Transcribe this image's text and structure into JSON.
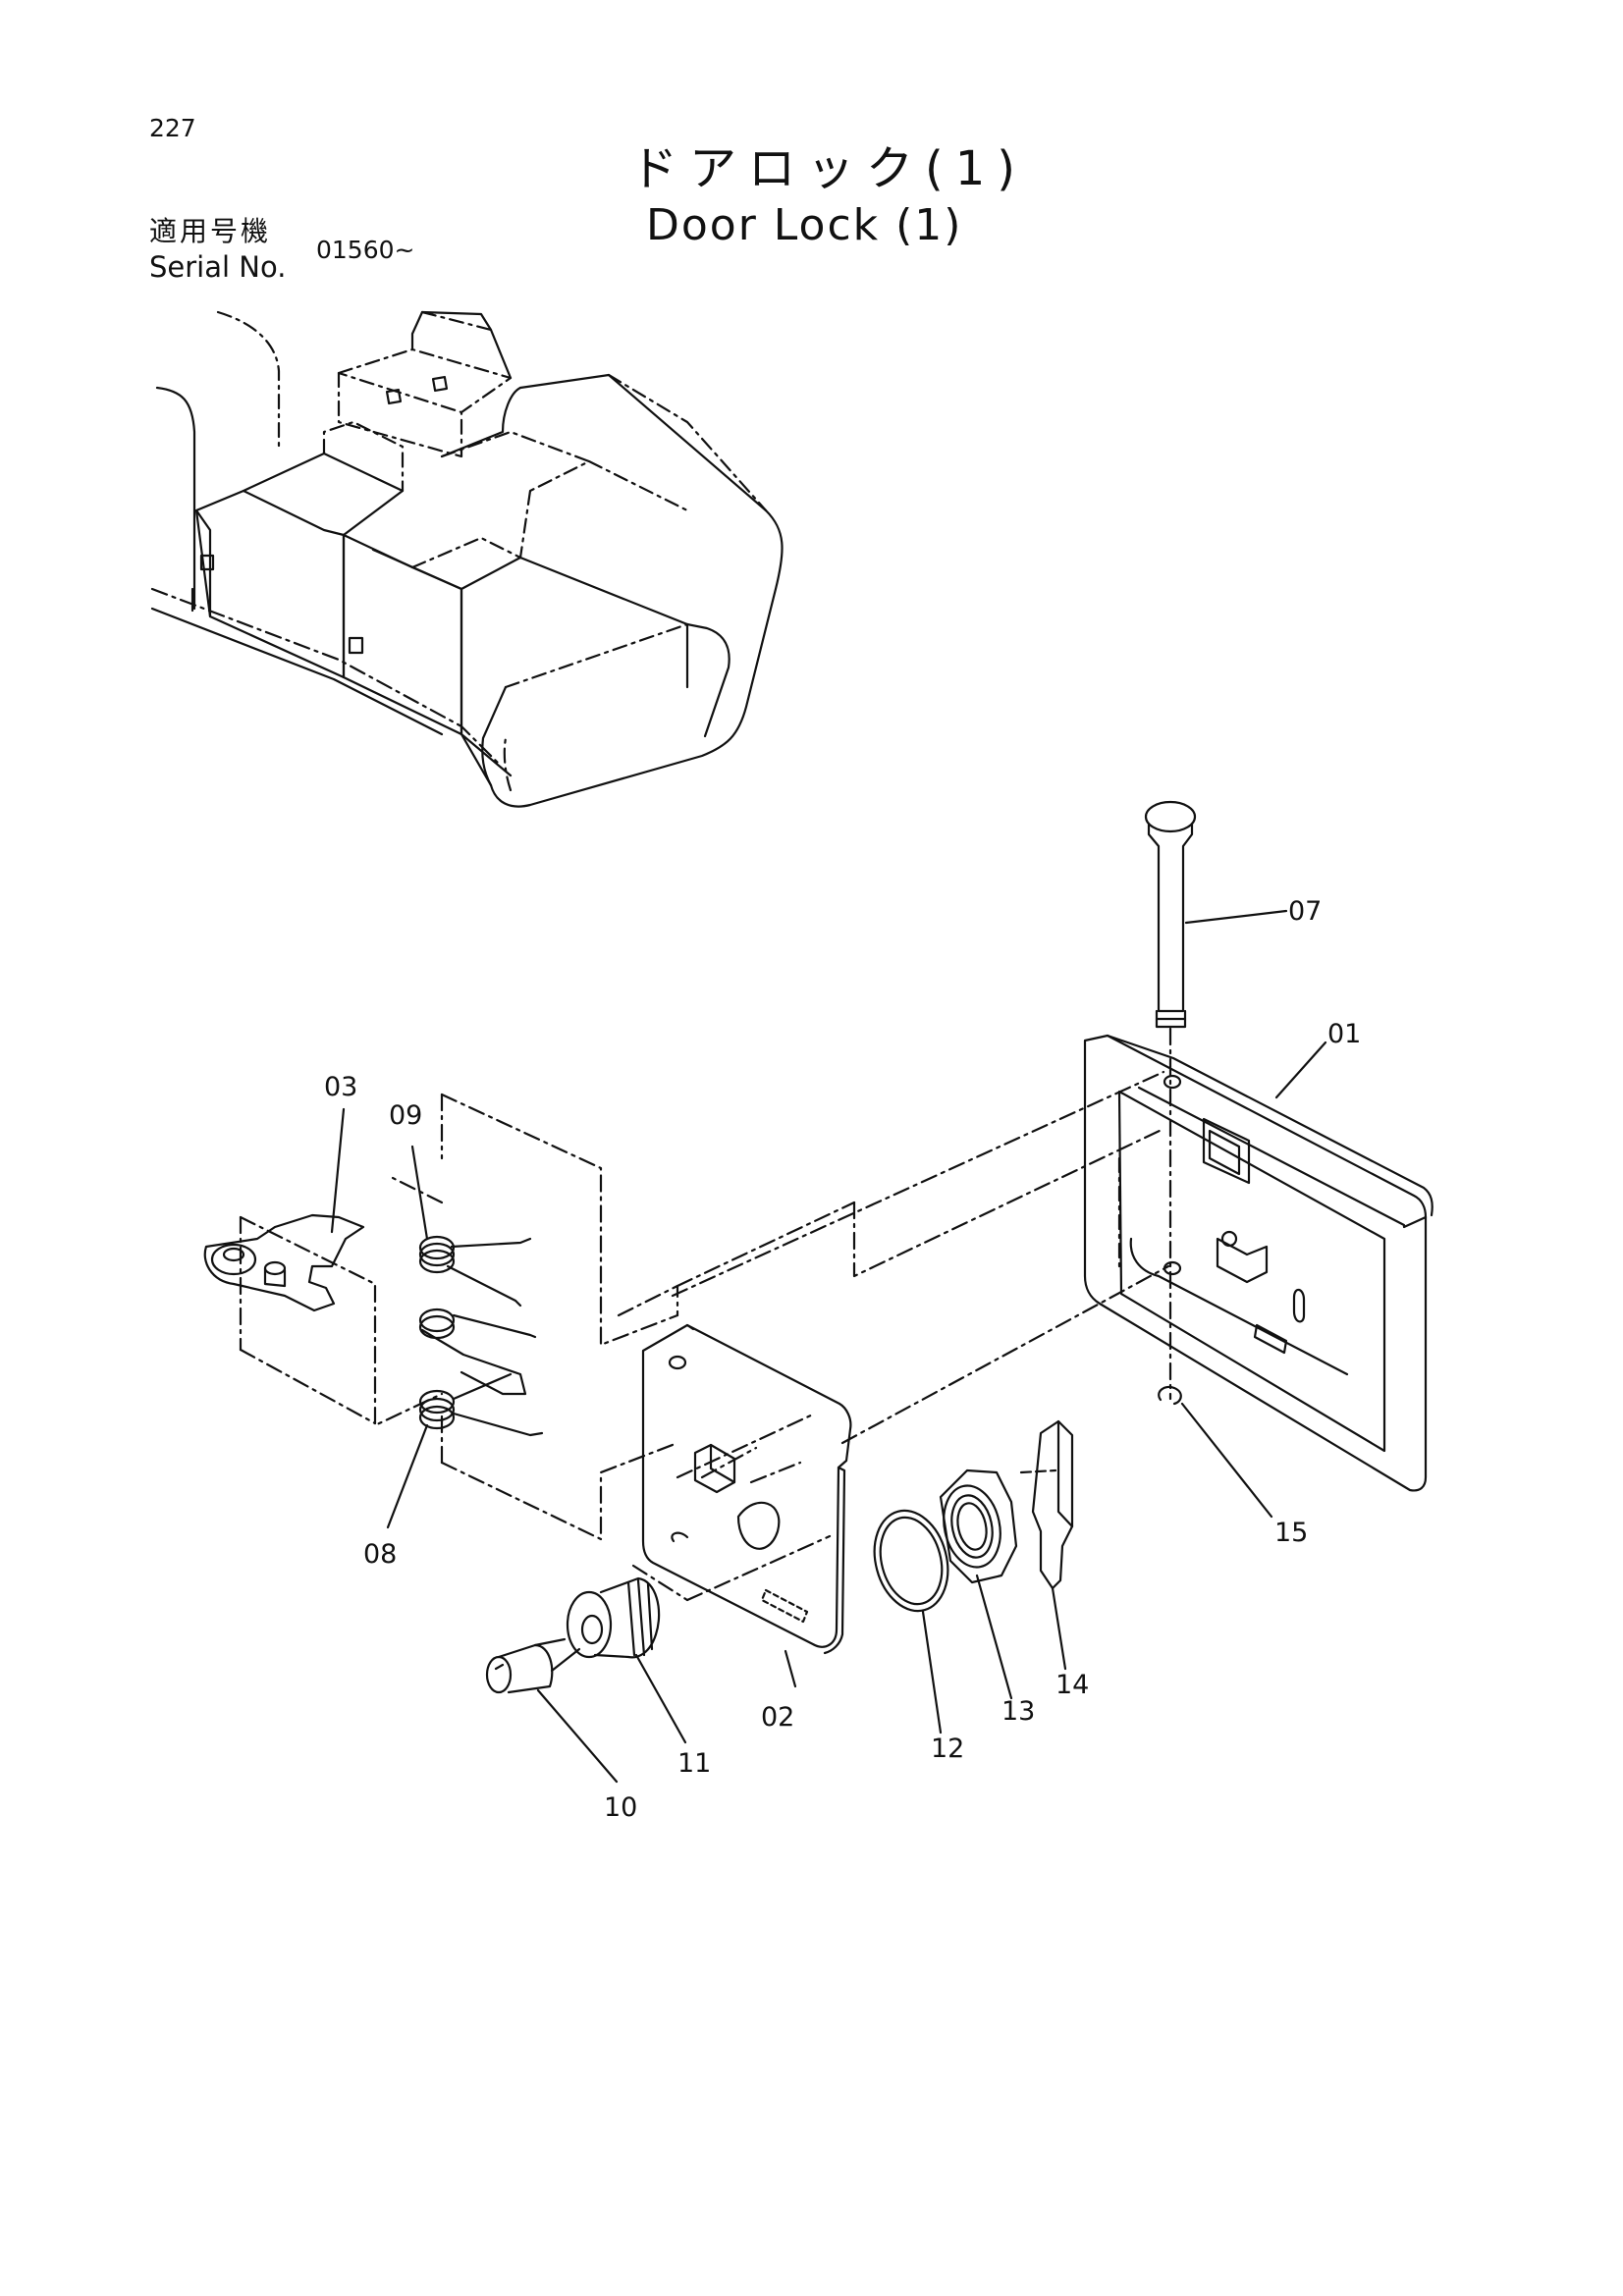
{
  "page_number": "227",
  "title_jp": "ドアロック(1)",
  "title_en": "Door Lock (1)",
  "serial": {
    "label_jp": "適用号機",
    "label_en": "Serial No.",
    "value": "01560~"
  },
  "callouts": {
    "c01": "01",
    "c02": "02",
    "c03": "03",
    "c07": "07",
    "c08": "08",
    "c09": "09",
    "c10": "10",
    "c11": "11",
    "c12": "12",
    "c13": "13",
    "c14": "14",
    "c15": "15"
  }
}
